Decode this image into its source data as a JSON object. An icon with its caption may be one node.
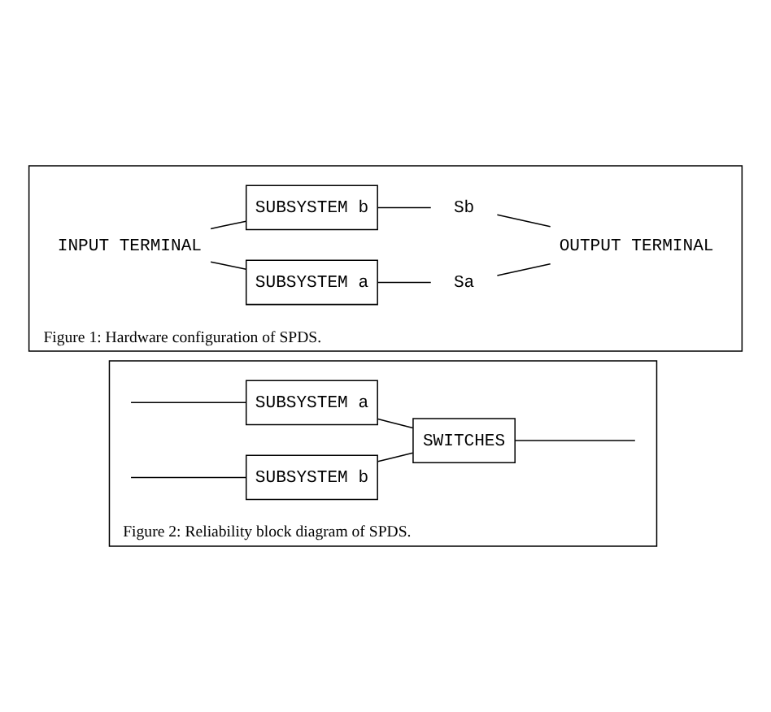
{
  "diagram": {
    "nodes": [
      {
        "text": [
          "Figure 1: Hardware configuration of SPDS."
        ]
      },
      {
        "text": [
          "INPUT TERMINAL"
        ],
        "in": 0
      },
      {
        "text": [
          "SUBSYSTEM a"
        ],
        "in": 0
      },
      {
        "text": [
          "SUBSYSTEM b"
        ],
        "in": 0
      },
      {
        "text": [
          "Sa"
        ],
        "in": 0
      },
      {
        "text": [
          "Sb"
        ],
        "in": 0
      },
      {
        "text": [
          "OUTPUT TERMINAL"
        ],
        "in": 0
      },
      {
        "text": [
          "Figure 2: Reliability block diagram of SPDS."
        ]
      },
      {
        "text": [
          "SUBSYSTEM a"
        ],
        "in": 7
      },
      {
        "text": [
          "SUBSYSTEM b"
        ],
        "in": 7
      },
      {
        "text": [
          "SWITCHES"
        ],
        "in": 7
      }
    ],
    "edges": [
      {
        "from": 1,
        "to": 2,
        "arrow": "none"
      },
      {
        "from": 1,
        "to": 3,
        "arrow": "none"
      },
      {
        "from": 2,
        "to": 4,
        "arrow": "none"
      },
      {
        "from": 3,
        "to": 5,
        "arrow": "none"
      },
      {
        "from": 4,
        "to": 6,
        "arrow": "none"
      },
      {
        "from": 5,
        "to": 6,
        "arrow": "none"
      },
      {
        "from": null,
        "to": 8,
        "arrow": "none"
      },
      {
        "from": null,
        "to": 9,
        "arrow": "none"
      },
      {
        "from": 8,
        "to": 10,
        "arrow": "none"
      },
      {
        "from": 9,
        "to": 10,
        "arrow": "none"
      },
      {
        "from": 10,
        "to": null,
        "arrow": "none"
      }
    ]
  }
}
